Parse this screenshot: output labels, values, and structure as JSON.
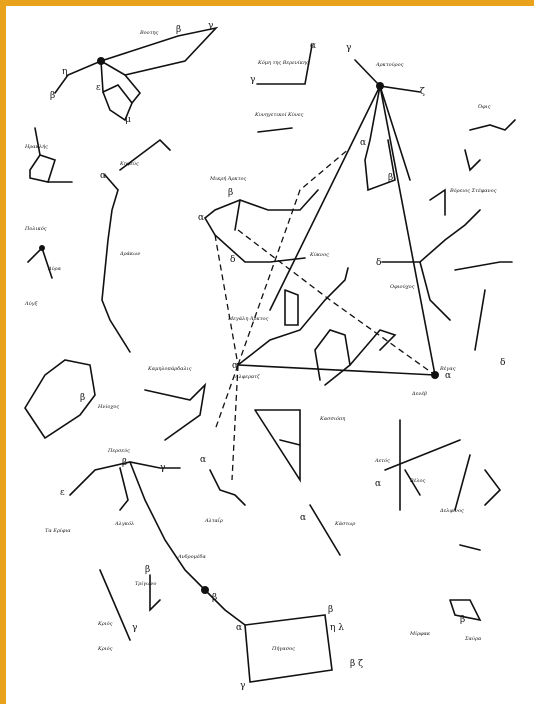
{
  "figure": {
    "labels": [
      {
        "id": "l1",
        "text": "Βοοτης"
      },
      {
        "id": "l2",
        "text": "Κόμη της Βερενίκης"
      },
      {
        "id": "l3",
        "text": "Κυνηγετικοί Κύνες"
      },
      {
        "id": "l4",
        "text": "Αρκτούρος"
      },
      {
        "id": "l5",
        "text": "Όφις"
      },
      {
        "id": "l6",
        "text": "Βόρειος Στέφανος"
      },
      {
        "id": "l7",
        "text": "Ηρακλής"
      },
      {
        "id": "l8",
        "text": "Λύρα"
      },
      {
        "id": "l9",
        "text": "Οφιούχος"
      },
      {
        "id": "l10",
        "text": "Μικρή Άρκτος"
      },
      {
        "id": "l11",
        "text": "Μεγάλη Άρκτος"
      },
      {
        "id": "l12",
        "text": "Κύκνος"
      },
      {
        "id": "l13",
        "text": "Δράκων"
      },
      {
        "id": "l14",
        "text": "Καμηλοπάρδαλις"
      },
      {
        "id": "l15",
        "text": "Λύγξ"
      },
      {
        "id": "l16",
        "text": "Κηφεύς"
      },
      {
        "id": "l17",
        "text": "Κασσιόπη"
      },
      {
        "id": "l18",
        "text": "Πολικός"
      },
      {
        "id": "l19",
        "text": "Βέγας"
      },
      {
        "id": "l20",
        "text": "Δενέβ"
      },
      {
        "id": "l21",
        "text": "Αετός"
      },
      {
        "id": "l22",
        "text": "Βέλος"
      },
      {
        "id": "l23",
        "text": "Δελφίνος"
      },
      {
        "id": "l24",
        "text": "Ηνίοχος"
      },
      {
        "id": "l25",
        "text": "Περσεύς"
      },
      {
        "id": "l26",
        "text": "Ανδρομέδα"
      },
      {
        "id": "l27",
        "text": "Τρίγωνο"
      },
      {
        "id": "l28",
        "text": "Κριός"
      },
      {
        "id": "l29",
        "text": "Πήγασος"
      },
      {
        "id": "l30",
        "text": "Σαύρα"
      },
      {
        "id": "l31",
        "text": "Αλγκόλ"
      },
      {
        "id": "l32",
        "text": "Κριός"
      },
      {
        "id": "l33",
        "text": "Τα Ερίφια"
      },
      {
        "id": "l34",
        "text": "Κάστωρ"
      },
      {
        "id": "l35",
        "text": "Αλταΐρ"
      },
      {
        "id": "l36",
        "text": "Αλφερατζ"
      },
      {
        "id": "l37",
        "text": "Μίρφακ"
      }
    ]
  }
}
